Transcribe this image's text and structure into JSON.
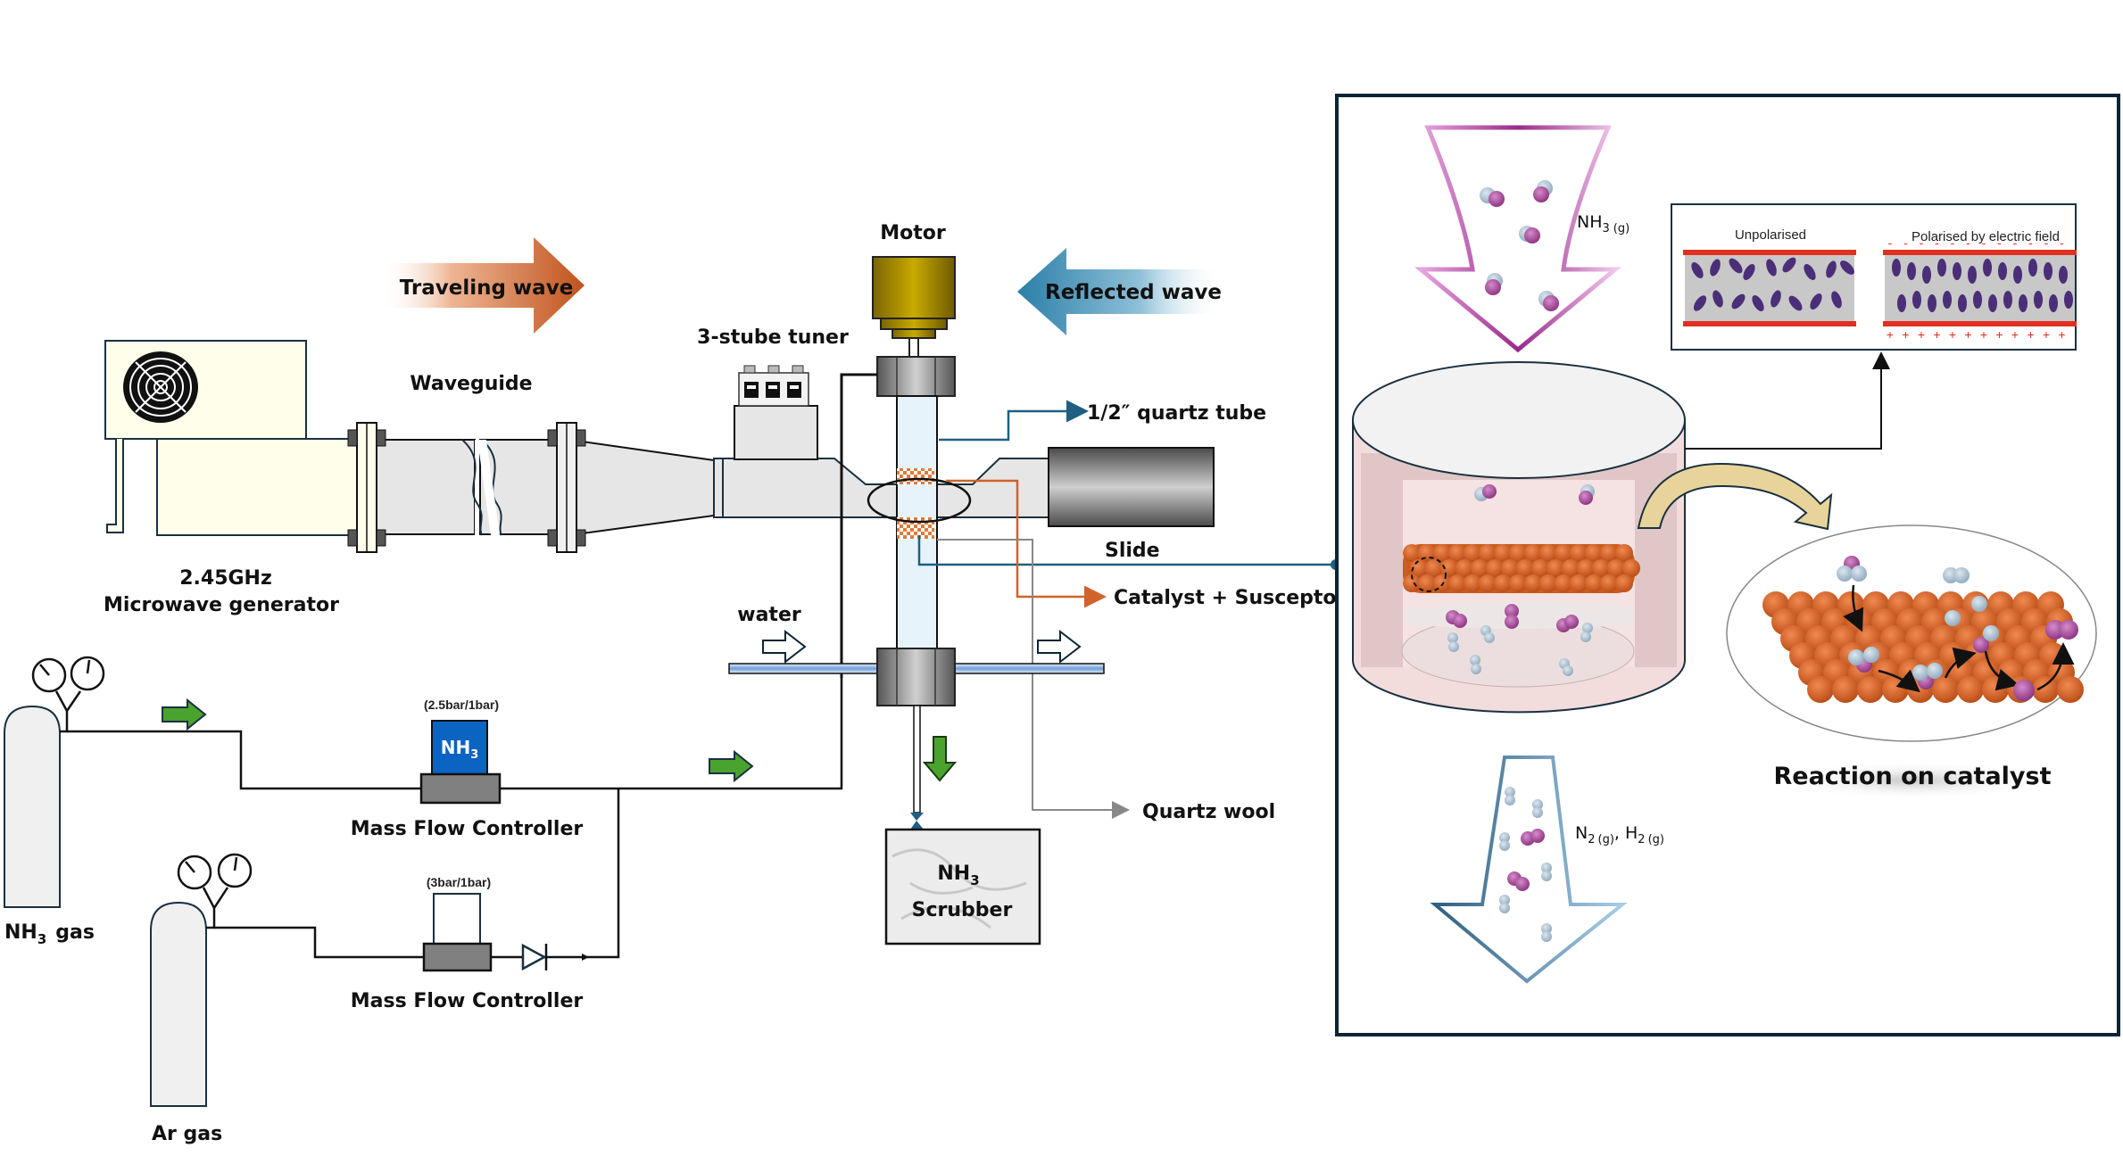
{
  "diagram": {
    "title": "Microwave-assisted NH3 decomposition reactor setup",
    "waves": {
      "traveling": "Traveling wave",
      "reflected": "Reflected wave"
    },
    "labels": {
      "motor": "Motor",
      "tuner": "3-stube tuner",
      "waveguide": "Waveguide",
      "generator_line1": "2.45GHz",
      "generator_line2": "Microwave generator",
      "quartz_tube": "1/2″ quartz tube",
      "slide": "Slide",
      "catalyst": "Catalyst + Susceptor",
      "water": "water",
      "quartz_wool": "Quartz wool",
      "scrubber_line1": "NH",
      "scrubber_sub": "3",
      "scrubber_line2": "Scrubber"
    },
    "gas_supply": {
      "nh3_tank": {
        "label": "NH",
        "sub": "3",
        "suffix": "gas"
      },
      "ar_tank": {
        "label": "Ar  gas"
      },
      "mfc_nh3": {
        "pressure": "(2.5bar/1bar)",
        "badge": "NH",
        "badge_sub": "3",
        "label": "Mass Flow Controller"
      },
      "mfc_ar": {
        "pressure": "(3bar/1bar)",
        "label": "Mass Flow Controller"
      }
    },
    "inset": {
      "inlet_gas": {
        "label": "NH",
        "sub": "3",
        "phase": "(g)"
      },
      "outlet_gas": {
        "n2": "N",
        "n2_sub": "2",
        "phase1": "(g)",
        "h2": "H",
        "h2_sub": "2",
        "phase2": "(g)"
      },
      "polarization": {
        "unpolarised": "Unpolarised",
        "polarised": "Polarised by electric field",
        "neg_sign": "-",
        "pos_sign": "+"
      },
      "reaction_title": "Reaction on catalyst"
    },
    "colors": {
      "traveling_wave": "#c0531c",
      "reflected_wave": "#2b7fa8",
      "flow_arrow": "#4aa22f",
      "catalyst": "#d0632a",
      "nitrogen": "#a24a93",
      "hydrogen": "#a8bfd0",
      "frame": "#0b2535",
      "motor": "#c6a800",
      "mfc_badge": "#0b63c2"
    }
  }
}
